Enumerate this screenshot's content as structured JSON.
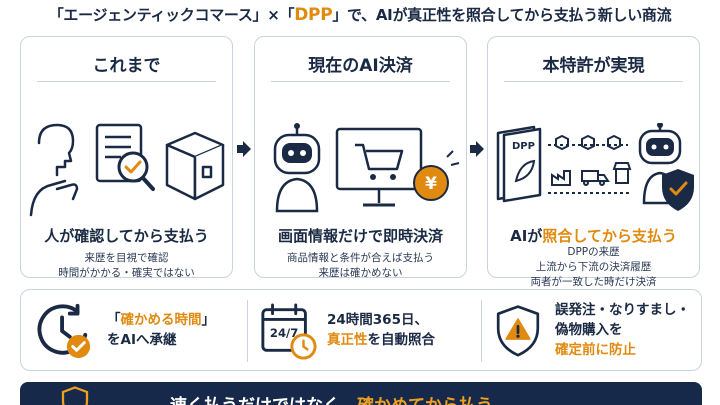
{
  "title": {
    "part1": "「エージェンティックコマース」×「",
    "dpp": "DPP",
    "part2": "」で、AIが真正性を照合してから支払う新しい商流"
  },
  "cards": [
    {
      "heading": "これまで",
      "subtitle": "人が確認してから支払う",
      "desc": [
        "来歴を目視で確認",
        "時間がかかる・確実ではない"
      ]
    },
    {
      "heading": "現在のAI決済",
      "subtitle": "画面情報だけで即時決済",
      "desc": [
        "商品情報と条件が合えば支払う",
        "来歴は確かめない"
      ],
      "coin_symbol": "¥"
    },
    {
      "heading": "本特許が実現",
      "subtitle_pre": "AIが",
      "subtitle_acc": "照合してから支払う",
      "desc": [
        "DPPの来歴",
        "上流から下流の決済履歴",
        "両者が一致した時だけ決済"
      ],
      "doc_label": "DPP"
    }
  ],
  "features": [
    {
      "line1_pre": "「",
      "line1_acc": "確かめる時間",
      "line1_post": "」",
      "line2": "をAIへ承継"
    },
    {
      "calendar_label": "24/7",
      "line1": "24時間365日、",
      "line2_acc": "真正性",
      "line2_post": "を自動照合"
    },
    {
      "line1": "誤発注・なりすまし・",
      "line2": "偽物購入を",
      "line3_acc": "確定前に防止"
    }
  ],
  "banner": {
    "text_pre": "速く払うだけではなく、",
    "text_acc": "確かめてから払う"
  },
  "colors": {
    "navy": "#1b2a44",
    "accent": "#e08a10",
    "border": "#c9d3e2",
    "banner": "#17294a",
    "gold": "#f0a020"
  }
}
